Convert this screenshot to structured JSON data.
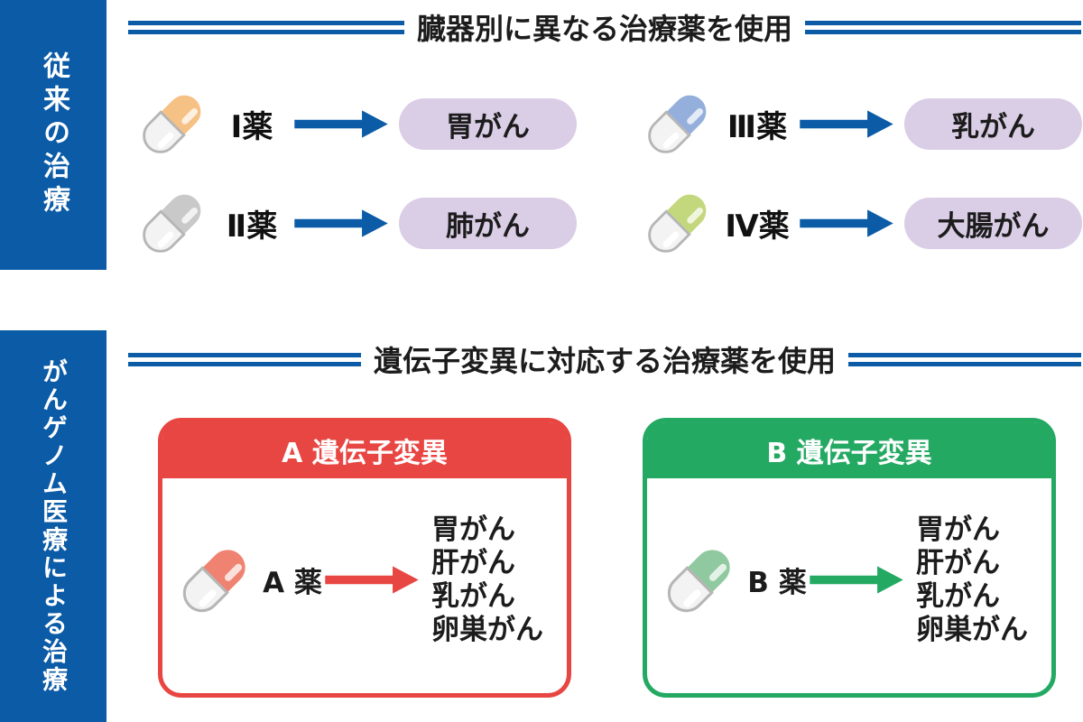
{
  "colors": {
    "primary_blue": "#0b5ba7",
    "accent_red": "#e84642",
    "accent_green": "#24a963",
    "target_pill_bg": "#dacde6",
    "capsule_body": "#f3f3f3",
    "capsule_outline": "#b6b6b6",
    "text_dark": "#1c1c1c",
    "banner_text": "#ffffff"
  },
  "icons": {
    "capsule": "capsule-pill-icon",
    "arrow": "arrow-right-icon"
  },
  "conventional": {
    "banner_label": "従来の治療",
    "header_title": "臓器別に異なる治療薬を使用",
    "rows": [
      {
        "drug_label": "Ⅰ薬",
        "target": "胃がん",
        "capsule_color": "#f6c184"
      },
      {
        "drug_label": "Ⅱ薬",
        "target": "肺がん",
        "capsule_color": "#c9c9c9"
      },
      {
        "drug_label": "Ⅲ薬",
        "target": "乳がん",
        "capsule_color": "#94afdb"
      },
      {
        "drug_label": "Ⅳ薬",
        "target": "大腸がん",
        "capsule_color": "#c3d77d"
      }
    ]
  },
  "genome": {
    "banner_label": "がんゲノム医療による治療",
    "header_title": "遺伝子変異に対応する治療薬を使用",
    "mutation_boxes": [
      {
        "title": "A 遺伝子変異",
        "drug_label": "A 薬",
        "accent_color": "#e84642",
        "capsule_color": "#ef8270",
        "targets": [
          "胃がん",
          "肝がん",
          "乳がん",
          "卵巣がん"
        ]
      },
      {
        "title": "B 遺伝子変異",
        "drug_label": "B 薬",
        "accent_color": "#24a963",
        "capsule_color": "#90c9a0",
        "targets": [
          "胃がん",
          "肝がん",
          "乳がん",
          "卵巣がん"
        ]
      }
    ]
  }
}
